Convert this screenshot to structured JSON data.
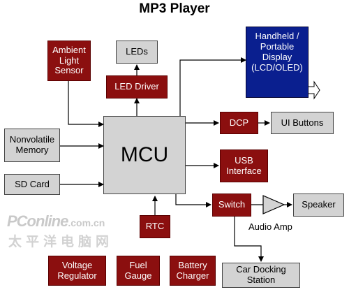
{
  "title": "MP3 Player",
  "blocks": {
    "ambient_light_sensor": "Ambient\nLight\nSensor",
    "leds": "LEDs",
    "led_driver": "LED Driver",
    "display": "Handheld /\nPortable\nDisplay\n(LCD/OLED)",
    "nonvolatile_memory": "Nonvolatile\nMemory",
    "mcu": "MCU",
    "dcp": "DCP",
    "ui_buttons": "UI Buttons",
    "usb_interface": "USB\nInterface",
    "sd_card": "SD Card",
    "switch": "Switch",
    "speaker": "Speaker",
    "rtc": "RTC",
    "voltage_regulator": "Voltage\nRegulator",
    "fuel_gauge": "Fuel\nGauge",
    "battery_charger": "Battery\nCharger",
    "car_docking_station": "Car Docking\nStation"
  },
  "labels": {
    "audio_amp": "Audio Amp"
  },
  "watermark": {
    "brand": "PConline",
    "domain": ".com.cn",
    "chinese": "太平洋电脑网"
  },
  "colors": {
    "processing_block": "#8b0f0f",
    "peripheral_block": "#d3d3d3",
    "display_block": "#0a1f8f",
    "connector": "#000000"
  }
}
